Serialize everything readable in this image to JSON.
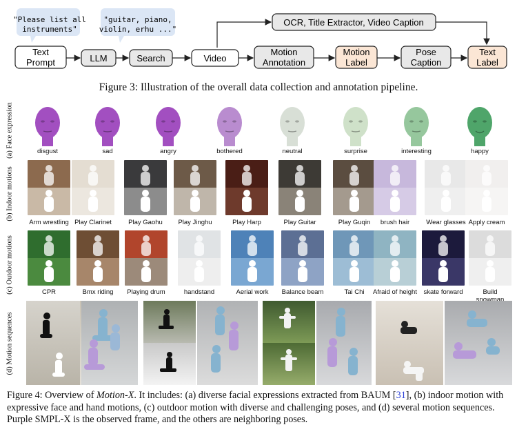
{
  "pipeline": {
    "bubble_left": "\"Please list all instruments\"",
    "bubble_right": "\"guitar, piano, violin, erhu ...\"",
    "box_ocr": "OCR, Title Extractor, Video Caption",
    "box_text_prompt_1": "Text",
    "box_text_prompt_2": "Prompt",
    "box_llm": "LLM",
    "box_search": "Search",
    "box_video": "Video",
    "box_motion_annotation_1": "Motion",
    "box_motion_annotation_2": "Annotation",
    "box_motion_label_1": "Motion",
    "box_motion_label_2": "Label",
    "box_pose_caption_1": "Pose",
    "box_pose_caption_2": "Caption",
    "box_text_label_1": "Text",
    "box_text_label_2": "Label",
    "colors": {
      "bubble": "#dbe6f5",
      "highlight": "#fbe6d5",
      "gray": "#e8e8e8"
    }
  },
  "figure3_caption": "Figure 3: Illustration of the overall data collection and annotation pipeline.",
  "row_labels": {
    "face": "(a) Face expression",
    "indoor": "(b) Indoor motions",
    "outdoor": "(c) Outdoor motions",
    "sequences": "(d) Motion sequences"
  },
  "faces": [
    "disgust",
    "sad",
    "angry",
    "bothered",
    "neutral",
    "surprise",
    "interesting",
    "happy"
  ],
  "indoor": [
    "Arm wrestling",
    "Play Clarinet",
    "Play Gaohu",
    "Play Jinghu",
    "Play Harp",
    "Play Guitar",
    "Play Guqin",
    "brush hair",
    "Wear glasses",
    "Apply cream"
  ],
  "outdoor": [
    "CPR",
    "Bmx riding",
    "Playing drum",
    "handstand",
    "Aerial work",
    "Balance beam",
    "Tai Chi",
    "Afraid of height",
    "skate forward",
    "Build",
    "snowman"
  ],
  "figure4_caption": {
    "lead": "Figure 4: Overview of ",
    "title": "Motion-X",
    "text1": ". It includes: (a) diverse facial expressions extracted from BAUM [",
    "ref": "31",
    "text2": "], (b) indoor motion with expressive face and hand motions, (c) outdoor motion with diverse and challenging poses, and (d) several motion sequences. Purple SMPL-X is the observed frame, and the others are neighboring poses."
  }
}
